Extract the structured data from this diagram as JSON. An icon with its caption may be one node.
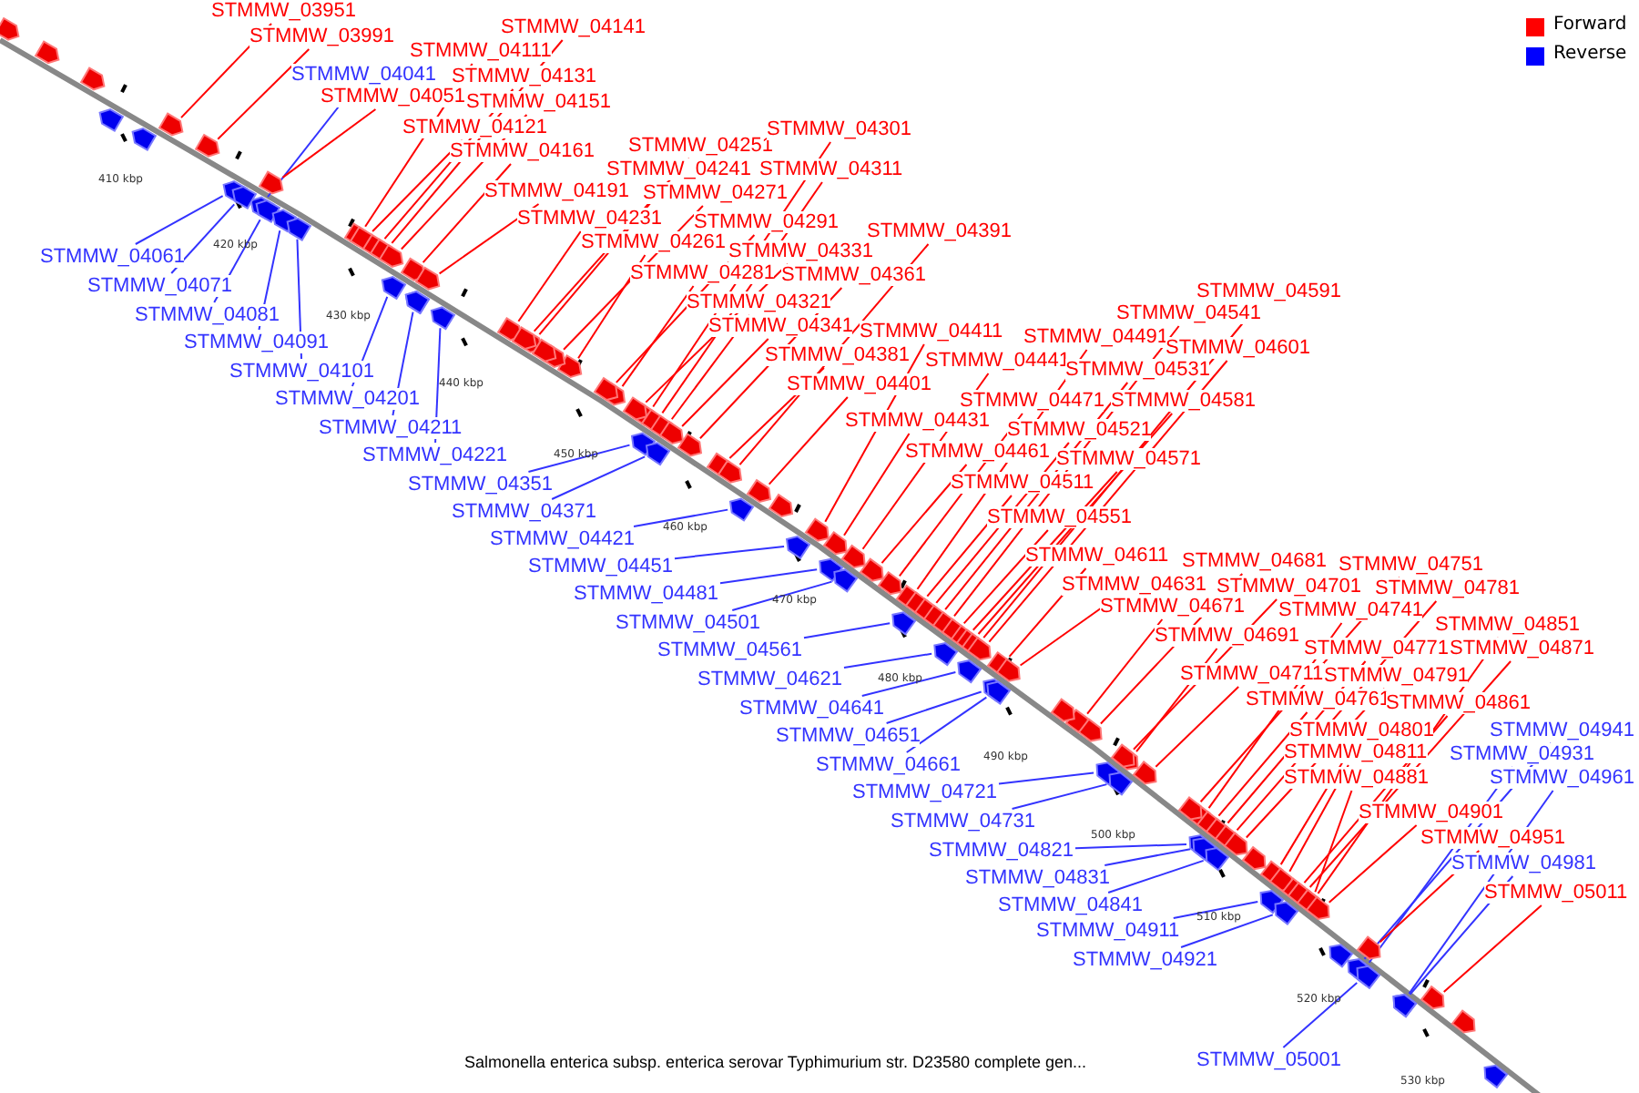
{
  "diagram": {
    "caption": "Salmonella enterica subsp. enterica serovar Typhimurium str. D23580 complete gen...",
    "nodes": [
      {
        "text": [
          "STMMW_03951"
        ]
      },
      {
        "text": [
          "STMMW_03991"
        ]
      },
      {
        "text": [
          "STMMW_04041"
        ]
      },
      {
        "text": [
          "STMMW_04051"
        ]
      },
      {
        "text": [
          "STMMW_04061"
        ]
      },
      {
        "text": [
          "STMMW_04071"
        ]
      },
      {
        "text": [
          "STMMW_04081"
        ]
      },
      {
        "text": [
          "STMMW_04091"
        ]
      },
      {
        "text": [
          "STMMW_04101"
        ]
      },
      {
        "text": [
          "STMMW_04111"
        ]
      },
      {
        "text": [
          "STMMW_04121"
        ]
      },
      {
        "text": [
          "STMMW_04131"
        ]
      },
      {
        "text": [
          "STMMW_04141"
        ]
      },
      {
        "text": [
          "STMMW_04151"
        ]
      },
      {
        "text": [
          "STMMW_04161"
        ]
      },
      {
        "text": [
          "STMMW_04191"
        ]
      },
      {
        "text": [
          "STMMW_04201"
        ]
      },
      {
        "text": [
          "STMMW_04211"
        ]
      },
      {
        "text": [
          "STMMW_04221"
        ]
      },
      {
        "text": [
          "STMMW_04231"
        ]
      },
      {
        "text": [
          "STMMW_04241"
        ]
      },
      {
        "text": [
          "STMMW_04251"
        ]
      },
      {
        "text": [
          "STMMW_04261"
        ]
      },
      {
        "text": [
          "STMMW_04271"
        ]
      },
      {
        "text": [
          "STMMW_04281"
        ]
      },
      {
        "text": [
          "STMMW_04291"
        ]
      },
      {
        "text": [
          "STMMW_04301"
        ]
      },
      {
        "text": [
          "STMMW_04311"
        ]
      },
      {
        "text": [
          "STMMW_04321"
        ]
      },
      {
        "text": [
          "STMMW_04331"
        ]
      },
      {
        "text": [
          "STMMW_04341"
        ]
      },
      {
        "text": [
          "STMMW_04351"
        ]
      },
      {
        "text": [
          "STMMW_04361"
        ]
      },
      {
        "text": [
          "STMMW_04371"
        ]
      },
      {
        "text": [
          "STMMW_04381"
        ]
      },
      {
        "text": [
          "STMMW_04391"
        ]
      },
      {
        "text": [
          "STMMW_04401"
        ]
      },
      {
        "text": [
          "STMMW_04411"
        ]
      },
      {
        "text": [
          "STMMW_04421"
        ]
      },
      {
        "text": [
          "STMMW_04431"
        ]
      },
      {
        "text": [
          "STMMW_04441"
        ]
      },
      {
        "text": [
          "STMMW_04451"
        ]
      },
      {
        "text": [
          "STMMW_04461"
        ]
      },
      {
        "text": [
          "STMMW_04471"
        ]
      },
      {
        "text": [
          "STMMW_04481"
        ]
      },
      {
        "text": [
          "STMMW_04491"
        ]
      },
      {
        "text": [
          "STMMW_04501"
        ]
      },
      {
        "text": [
          "STMMW_04511"
        ]
      },
      {
        "text": [
          "STMMW_04521"
        ]
      },
      {
        "text": [
          "STMMW_04531"
        ]
      },
      {
        "text": [
          "STMMW_04541"
        ]
      },
      {
        "text": [
          "STMMW_04551"
        ]
      },
      {
        "text": [
          "STMMW_04561"
        ]
      },
      {
        "text": [
          "STMMW_04571"
        ]
      },
      {
        "text": [
          "STMMW_04581"
        ]
      },
      {
        "text": [
          "STMMW_04591"
        ]
      },
      {
        "text": [
          "STMMW_04601"
        ]
      },
      {
        "text": [
          "STMMW_04611"
        ]
      },
      {
        "text": [
          "STMMW_04621"
        ]
      },
      {
        "text": [
          "STMMW_04631"
        ]
      },
      {
        "text": [
          "STMMW_04641"
        ]
      },
      {
        "text": [
          "STMMW_04651"
        ]
      },
      {
        "text": [
          "STMMW_04661"
        ]
      },
      {
        "text": [
          "STMMW_04671"
        ]
      },
      {
        "text": [
          "STMMW_04681"
        ]
      },
      {
        "text": [
          "STMMW_04691"
        ]
      },
      {
        "text": [
          "STMMW_04701"
        ]
      },
      {
        "text": [
          "STMMW_04711"
        ]
      },
      {
        "text": [
          "STMMW_04721"
        ]
      },
      {
        "text": [
          "STMMW_04731"
        ]
      },
      {
        "text": [
          "STMMW_04741"
        ]
      },
      {
        "text": [
          "STMMW_04751"
        ]
      },
      {
        "text": [
          "STMMW_04761"
        ]
      },
      {
        "text": [
          "STMMW_04771"
        ]
      },
      {
        "text": [
          "STMMW_04781"
        ]
      },
      {
        "text": [
          "STMMW_04791"
        ]
      },
      {
        "text": [
          "STMMW_04801"
        ]
      },
      {
        "text": [
          "STMMW_04811"
        ]
      },
      {
        "text": [
          "STMMW_04821"
        ]
      },
      {
        "text": [
          "STMMW_04831"
        ]
      },
      {
        "text": [
          "STMMW_04841"
        ]
      },
      {
        "text": [
          "STMMW_04851"
        ]
      },
      {
        "text": [
          "STMMW_04861"
        ]
      },
      {
        "text": [
          "STMMW_04871"
        ]
      },
      {
        "text": [
          "STMMW_04881"
        ]
      },
      {
        "text": [
          "STMMW_04901"
        ]
      },
      {
        "text": [
          "STMMW_04911"
        ]
      },
      {
        "text": [
          "STMMW_04921"
        ]
      },
      {
        "text": [
          "STMMW_04931"
        ]
      },
      {
        "text": [
          "STMMW_04941"
        ]
      },
      {
        "text": [
          "STMMW_04951"
        ]
      },
      {
        "text": [
          "STMMW_04961"
        ]
      },
      {
        "text": [
          "STMMW_04981"
        ]
      },
      {
        "text": [
          "STMMW_05001"
        ]
      },
      {
        "text": [
          "STMMW_05011"
        ]
      },
      {
        "text": [],
        "shape": "arrow"
      },
      {
        "text": [],
        "shape": "arrow"
      },
      {
        "text": [],
        "shape": "arrow"
      },
      {
        "text": [],
        "shape": "arrow"
      },
      {
        "text": [],
        "shape": "arrow"
      },
      {
        "text": [],
        "shape": "arrow"
      },
      {
        "text": [],
        "shape": "arrow"
      },
      {
        "text": [],
        "shape": "arrow"
      },
      {
        "text": [],
        "shape": "arrow"
      },
      {
        "text": [],
        "shape": "arrow"
      },
      {
        "text": [],
        "shape": "arrow"
      },
      {
        "text": [],
        "shape": "arrow"
      },
      {
        "text": [],
        "shape": "arrow"
      },
      {
        "text": [],
        "shape": "arrow"
      },
      {
        "text": [],
        "shape": "arrow"
      },
      {
        "text": [],
        "shape": "arrow"
      },
      {
        "text": [],
        "shape": "arrow"
      },
      {
        "text": [],
        "shape": "arrow"
      },
      {
        "text": [],
        "shape": "arrow"
      },
      {
        "text": [],
        "shape": "arrow"
      },
      {
        "text": [],
        "shape": "arrow"
      },
      {
        "text": [],
        "shape": "arrow"
      },
      {
        "text": [],
        "shape": "arrow"
      },
      {
        "text": [],
        "shape": "arrow"
      },
      {
        "text": [],
        "shape": "arrow"
      },
      {
        "text": [],
        "shape": "arrow"
      },
      {
        "text": [],
        "shape": "arrow"
      },
      {
        "text": [],
        "shape": "arrow"
      },
      {
        "text": [],
        "shape": "arrow"
      },
      {
        "text": [],
        "shape": "arrow"
      },
      {
        "text": [],
        "shape": "arrow"
      },
      {
        "text": [],
        "shape": "arrow"
      },
      {
        "text": [],
        "shape": "arrow"
      },
      {
        "text": [],
        "shape": "arrow"
      },
      {
        "text": [],
        "shape": "arrow"
      },
      {
        "text": [],
        "shape": "arrow"
      },
      {
        "text": [],
        "shape": "arrow"
      },
      {
        "text": [],
        "shape": "arrow"
      },
      {
        "text": [],
        "shape": "arrow"
      },
      {
        "text": [],
        "shape": "arrow"
      },
      {
        "text": [],
        "shape": "arrow"
      },
      {
        "text": [],
        "shape": "arrow"
      },
      {
        "text": [],
        "shape": "arrow"
      },
      {
        "text": [],
        "shape": "arrow"
      },
      {
        "text": [],
        "shape": "arrow"
      },
      {
        "text": [],
        "shape": "arrow"
      },
      {
        "text": [],
        "shape": "arrow"
      },
      {
        "text": [],
        "shape": "arrow"
      },
      {
        "text": [],
        "shape": "arrow"
      },
      {
        "text": [],
        "shape": "arrow"
      },
      {
        "text": [],
        "shape": "arrow"
      },
      {
        "text": [],
        "shape": "arrow"
      },
      {
        "text": [],
        "shape": "arrow"
      },
      {
        "text": [],
        "shape": "arrow"
      },
      {
        "text": [],
        "shape": "arrow"
      },
      {
        "text": [],
        "shape": "arrow"
      },
      {
        "text": [],
        "shape": "arrow"
      },
      {
        "text": [],
        "shape": "arrow"
      },
      {
        "text": [],
        "shape": "arrow"
      },
      {
        "text": [],
        "shape": "arrow"
      },
      {
        "text": [],
        "shape": "arrow"
      },
      {
        "text": [],
        "shape": "arrow"
      },
      {
        "text": [],
        "shape": "arrow"
      },
      {
        "text": [],
        "shape": "arrow"
      },
      {
        "text": [],
        "shape": "arrow"
      },
      {
        "text": [],
        "shape": "arrow"
      },
      {
        "text": [],
        "shape": "arrow"
      },
      {
        "text": [],
        "shape": "arrow"
      },
      {
        "text": [],
        "shape": "arrow"
      },
      {
        "text": [],
        "shape": "arrow"
      },
      {
        "text": [],
        "shape": "arrow"
      },
      {
        "text": [],
        "shape": "arrow"
      },
      {
        "text": [],
        "shape": "arrow"
      },
      {
        "text": [],
        "shape": "arrow"
      },
      {
        "text": [],
        "shape": "arrow"
      },
      {
        "text": [],
        "shape": "arrow"
      },
      {
        "text": [],
        "shape": "arrow"
      },
      {
        "text": [],
        "shape": "arrow"
      },
      {
        "text": [],
        "shape": "arrow"
      },
      {
        "text": [],
        "shape": "arrow"
      },
      {
        "text": [],
        "shape": "arrow"
      },
      {
        "text": [],
        "shape": "arrow"
      },
      {
        "text": [],
        "shape": "arrow"
      },
      {
        "text": [],
        "shape": "arrow"
      },
      {
        "text": [],
        "shape": "arrow"
      },
      {
        "text": [],
        "shape": "arrow"
      },
      {
        "text": [],
        "shape": "arrow"
      },
      {
        "text": [],
        "shape": "arrow"
      },
      {
        "text": [],
        "shape": "arrow"
      },
      {
        "text": [],
        "shape": "arrow"
      },
      {
        "text": [],
        "shape": "arrow"
      },
      {
        "text": [],
        "shape": "arrow"
      },
      {
        "text": [],
        "shape": "arrow"
      },
      {
        "text": [],
        "shape": "arrow"
      },
      {
        "text": [],
        "shape": "arrow"
      },
      {
        "text": [],
        "shape": "arrow"
      },
      {
        "text": [],
        "shape": "arrow"
      },
      {
        "text": [],
        "shape": "arrow"
      },
      {
        "text": [],
        "shape": "arrow"
      },
      {
        "text": [],
        "shape": "arrow"
      },
      {
        "text": [],
        "shape": "arrow"
      },
      {
        "text": [],
        "shape": "arrow"
      },
      {
        "text": [],
        "shape": "arrow"
      },
      {
        "text": [],
        "shape": "arrow"
      },
      {
        "text": [],
        "shape": "arrow"
      },
      {
        "text": [],
        "shape": "arrow"
      },
      {
        "text": [],
        "shape": "arrow"
      },
      {
        "text": [],
        "shape": "arrow"
      }
    ],
    "edges": [
      {
        "from": 0,
        "to": 95,
        "arrow": "none"
      },
      {
        "from": 1,
        "to": 96,
        "arrow": "none"
      },
      {
        "from": 2,
        "to": 97,
        "arrow": "none",
        "color": "#3333ff"
      },
      {
        "from": 3,
        "to": 98,
        "arrow": "none"
      },
      {
        "from": 4,
        "to": 99,
        "arrow": "none",
        "color": "#3333ff"
      },
      {
        "from": 5,
        "to": 100,
        "arrow": "none",
        "color": "#3333ff"
      },
      {
        "from": 6,
        "to": 101,
        "arrow": "none",
        "color": "#3333ff"
      },
      {
        "from": 7,
        "to": 102,
        "arrow": "none",
        "color": "#3333ff"
      },
      {
        "from": 8,
        "to": 103,
        "arrow": "none",
        "color": "#3333ff"
      },
      {
        "from": 9,
        "to": 104,
        "arrow": "none"
      },
      {
        "from": 10,
        "to": 105,
        "arrow": "none"
      },
      {
        "from": 11,
        "to": 106,
        "arrow": "none"
      },
      {
        "from": 12,
        "to": 107,
        "arrow": "none"
      },
      {
        "from": 13,
        "to": 108,
        "arrow": "none"
      },
      {
        "from": 14,
        "to": 109,
        "arrow": "none"
      },
      {
        "from": 15,
        "to": 110,
        "arrow": "none"
      },
      {
        "from": 16,
        "to": 111,
        "arrow": "none",
        "color": "#3333ff"
      },
      {
        "from": 17,
        "to": 112,
        "arrow": "none",
        "color": "#3333ff"
      },
      {
        "from": 18,
        "to": 113,
        "arrow": "none",
        "color": "#3333ff"
      },
      {
        "from": 19,
        "to": 114,
        "arrow": "none"
      },
      {
        "from": 20,
        "to": 115,
        "arrow": "none"
      },
      {
        "from": 21,
        "to": 116,
        "arrow": "none"
      },
      {
        "from": 22,
        "to": 117,
        "arrow": "none"
      },
      {
        "from": 23,
        "to": 118,
        "arrow": "none"
      },
      {
        "from": 24,
        "to": 119,
        "arrow": "none"
      },
      {
        "from": 25,
        "to": 120,
        "arrow": "none"
      },
      {
        "from": 26,
        "to": 121,
        "arrow": "none"
      },
      {
        "from": 27,
        "to": 122,
        "arrow": "none"
      },
      {
        "from": 28,
        "to": 123,
        "arrow": "none"
      },
      {
        "from": 29,
        "to": 124,
        "arrow": "none"
      },
      {
        "from": 30,
        "to": 125,
        "arrow": "none"
      },
      {
        "from": 31,
        "to": 126,
        "arrow": "none",
        "color": "#3333ff"
      },
      {
        "from": 32,
        "to": 127,
        "arrow": "none"
      },
      {
        "from": 33,
        "to": 128,
        "arrow": "none",
        "color": "#3333ff"
      },
      {
        "from": 34,
        "to": 129,
        "arrow": "none"
      },
      {
        "from": 35,
        "to": 130,
        "arrow": "none"
      },
      {
        "from": 36,
        "to": 131,
        "arrow": "none"
      },
      {
        "from": 37,
        "to": 132,
        "arrow": "none"
      },
      {
        "from": 38,
        "to": 133,
        "arrow": "none",
        "color": "#3333ff"
      },
      {
        "from": 39,
        "to": 134,
        "arrow": "none"
      },
      {
        "from": 40,
        "to": 135,
        "arrow": "none"
      },
      {
        "from": 41,
        "to": 136,
        "arrow": "none",
        "color": "#3333ff"
      },
      {
        "from": 42,
        "to": 137,
        "arrow": "none"
      },
      {
        "from": 43,
        "to": 138,
        "arrow": "none"
      },
      {
        "from": 44,
        "to": 139,
        "arrow": "none",
        "color": "#3333ff"
      },
      {
        "from": 45,
        "to": 140,
        "arrow": "none"
      },
      {
        "from": 46,
        "to": 141,
        "arrow": "none",
        "color": "#3333ff"
      },
      {
        "from": 47,
        "to": 142,
        "arrow": "none"
      },
      {
        "from": 48,
        "to": 143,
        "arrow": "none"
      },
      {
        "from": 49,
        "to": 144,
        "arrow": "none"
      },
      {
        "from": 50,
        "to": 145,
        "arrow": "none"
      },
      {
        "from": 51,
        "to": 146,
        "arrow": "none"
      },
      {
        "from": 52,
        "to": 147,
        "arrow": "none",
        "color": "#3333ff"
      },
      {
        "from": 53,
        "to": 148,
        "arrow": "none"
      },
      {
        "from": 54,
        "to": 149,
        "arrow": "none"
      },
      {
        "from": 55,
        "to": 150,
        "arrow": "none"
      },
      {
        "from": 56,
        "to": 151,
        "arrow": "none"
      },
      {
        "from": 57,
        "to": 152,
        "arrow": "none"
      },
      {
        "from": 58,
        "to": 153,
        "arrow": "none",
        "color": "#3333ff"
      },
      {
        "from": 59,
        "to": 154,
        "arrow": "none"
      },
      {
        "from": 60,
        "to": 155,
        "arrow": "none",
        "color": "#3333ff"
      },
      {
        "from": 61,
        "to": 156,
        "arrow": "none",
        "color": "#3333ff"
      },
      {
        "from": 62,
        "to": 157,
        "arrow": "none",
        "color": "#3333ff"
      },
      {
        "from": 63,
        "to": 158,
        "arrow": "none"
      },
      {
        "from": 64,
        "to": 159,
        "arrow": "none"
      },
      {
        "from": 65,
        "to": 160,
        "arrow": "none"
      },
      {
        "from": 66,
        "to": 161,
        "arrow": "none"
      },
      {
        "from": 67,
        "to": 162,
        "arrow": "none"
      },
      {
        "from": 68,
        "to": 163,
        "arrow": "none",
        "color": "#3333ff"
      },
      {
        "from": 69,
        "to": 164,
        "arrow": "none",
        "color": "#3333ff"
      },
      {
        "from": 70,
        "to": 165,
        "arrow": "none"
      },
      {
        "from": 71,
        "to": 166,
        "arrow": "none"
      },
      {
        "from": 72,
        "to": 167,
        "arrow": "none"
      },
      {
        "from": 73,
        "to": 168,
        "arrow": "none"
      },
      {
        "from": 74,
        "to": 169,
        "arrow": "none"
      },
      {
        "from": 75,
        "to": 170,
        "arrow": "none"
      },
      {
        "from": 76,
        "to": 171,
        "arrow": "none"
      },
      {
        "from": 77,
        "to": 172,
        "arrow": "none"
      },
      {
        "from": 78,
        "to": 173,
        "arrow": "none",
        "color": "#3333ff"
      },
      {
        "from": 79,
        "to": 174,
        "arrow": "none",
        "color": "#3333ff"
      },
      {
        "from": 80,
        "to": 175,
        "arrow": "none",
        "color": "#3333ff"
      },
      {
        "from": 81,
        "to": 176,
        "arrow": "none"
      },
      {
        "from": 82,
        "to": 177,
        "arrow": "none"
      },
      {
        "from": 83,
        "to": 178,
        "arrow": "none"
      },
      {
        "from": 84,
        "to": 179,
        "arrow": "none"
      },
      {
        "from": 85,
        "to": 180,
        "arrow": "none"
      },
      {
        "from": 86,
        "to": 181,
        "arrow": "none",
        "color": "#3333ff"
      },
      {
        "from": 87,
        "to": 182,
        "arrow": "none",
        "color": "#3333ff"
      },
      {
        "from": 88,
        "to": 183,
        "arrow": "none",
        "color": "#3333ff"
      },
      {
        "from": 89,
        "to": 184,
        "arrow": "none",
        "color": "#3333ff"
      },
      {
        "from": 90,
        "to": 185,
        "arrow": "none"
      },
      {
        "from": 91,
        "to": 186,
        "arrow": "none",
        "color": "#3333ff"
      },
      {
        "from": 92,
        "to": 187,
        "arrow": "none",
        "color": "#3333ff"
      },
      {
        "from": 93,
        "to": 188,
        "arrow": "none",
        "color": "#3333ff"
      },
      {
        "from": 94,
        "to": 189,
        "arrow": "none"
      }
    ],
    "labels": [
      "410 kbp",
      "420 kbp",
      "430 kbp",
      "440 kbp",
      "450 kbp",
      "460 kbp",
      "470 kbp",
      "480 kbp",
      "490 kbp",
      "500 kbp",
      "510 kbp",
      "520 kbp",
      "530 kbp"
    ],
    "legend": [
      {
        "text": "Forward",
        "color": "#ff0000"
      },
      {
        "text": "Reverse",
        "color": "#0000ff"
      }
    ]
  }
}
